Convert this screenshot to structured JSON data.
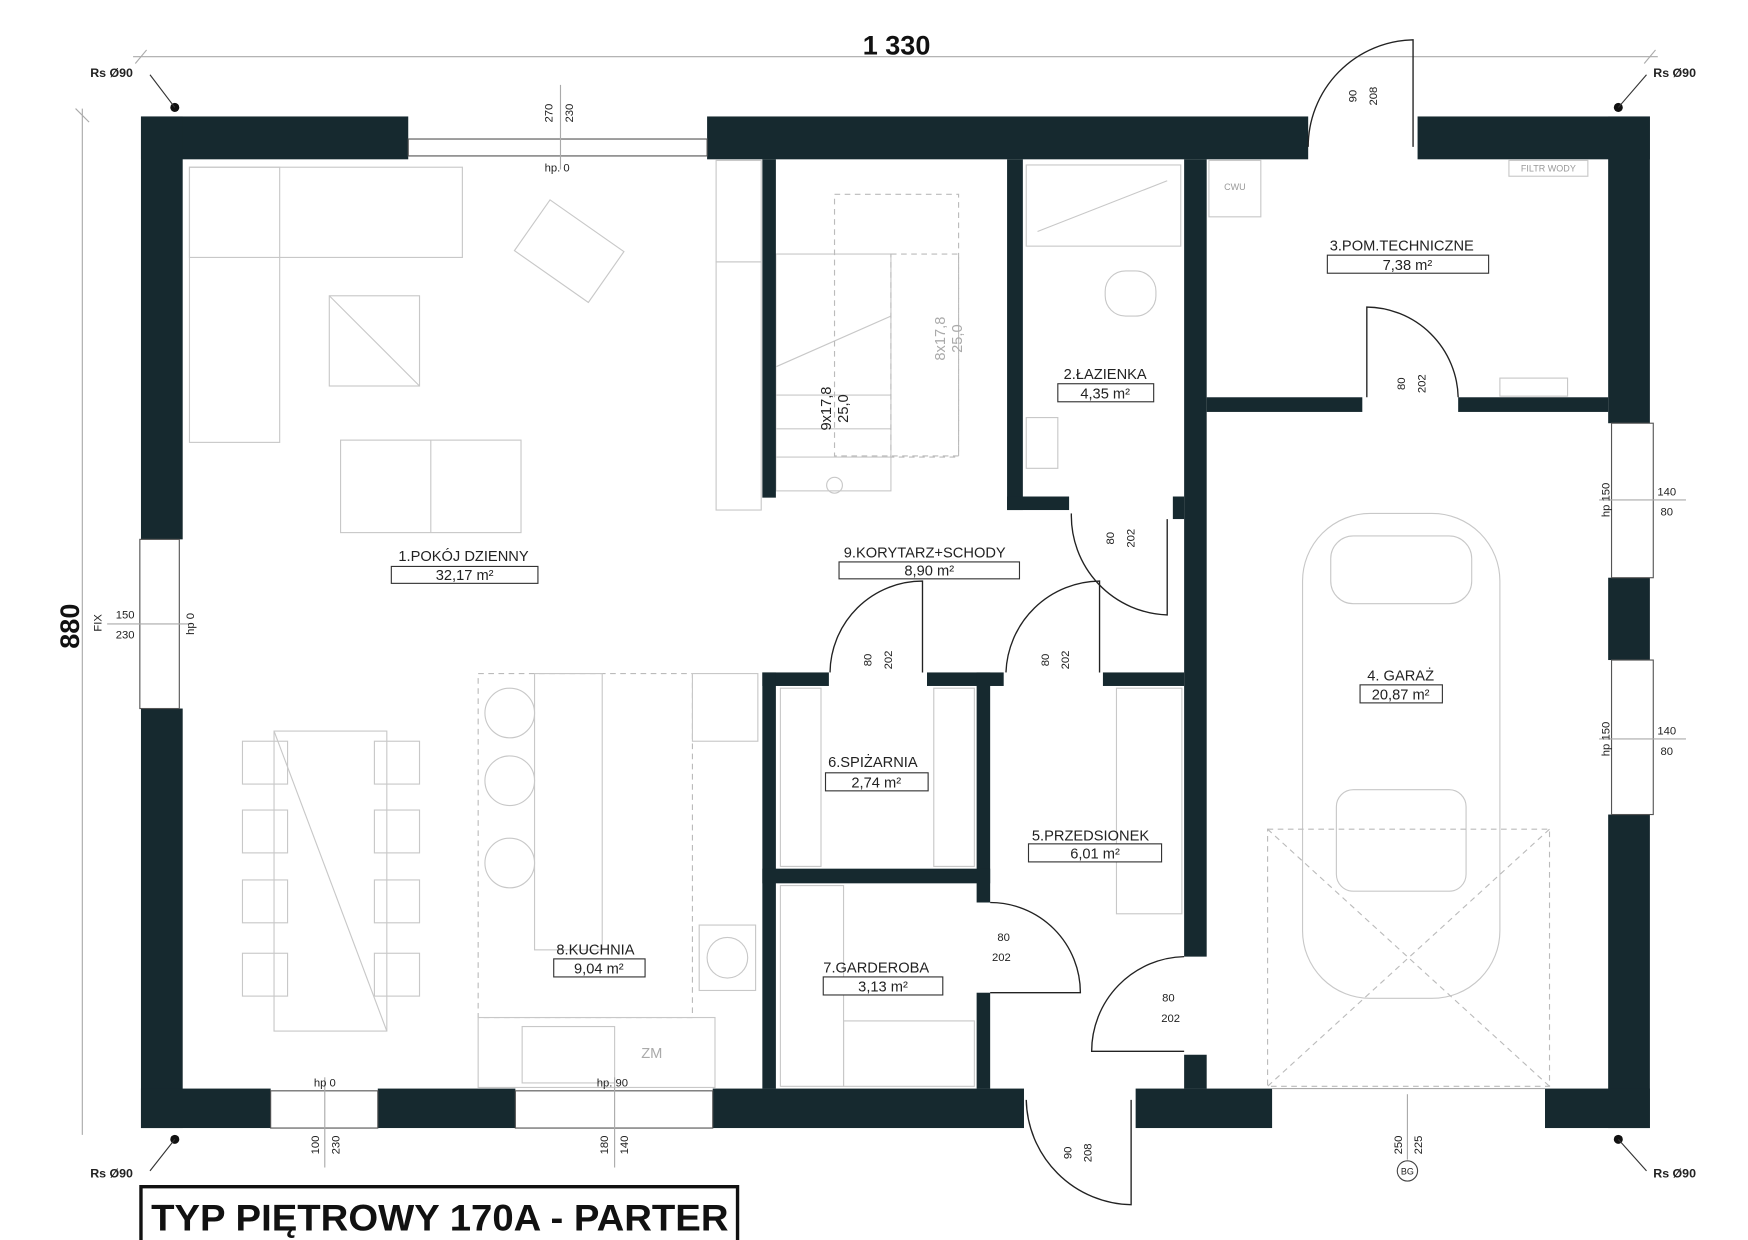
{
  "title": "TYP PIĘTROWY 170A - PARTER",
  "colors": {
    "wall": "#16292f",
    "furniture": "#c8c8c8"
  },
  "dimensions": {
    "width": "1 330",
    "depth": "880"
  },
  "downpipe_label": "Rs Ø90",
  "rooms": [
    {
      "name": "1.POKÓJ DZIENNY",
      "area": "32,17 m²"
    },
    {
      "name": "2.ŁAZIENKA",
      "area": "4,35 m²"
    },
    {
      "name": "3.POM.TECHNICZNE",
      "area": "7,38 m²"
    },
    {
      "name": "4. GARAŻ",
      "area": "20,87 m²"
    },
    {
      "name": "5.PRZEDSIONEK",
      "area": "6,01 m²"
    },
    {
      "name": "6.SPIŻARNIA",
      "area": "2,74 m²"
    },
    {
      "name": "7.GARDEROBA",
      "area": "3,13 m²"
    },
    {
      "name": "8.KUCHNIA",
      "area": "9,04 m²"
    },
    {
      "name": "9.KORYTARZ+SCHODY",
      "area": "8,90 m²"
    }
  ],
  "windows": {
    "top": {
      "w": "270",
      "h": "230",
      "sill": "hp. 0"
    },
    "left": {
      "fix": "FIX",
      "w": "150",
      "h": "230",
      "sill": "hp 0"
    },
    "right1": {
      "sill": "hp 150",
      "w": "140",
      "h": "80"
    },
    "right2": {
      "sill": "hp 150",
      "w": "140",
      "h": "80"
    },
    "bottom1": {
      "sill": "hp 0",
      "w": "100",
      "h": "230"
    },
    "bottom2": {
      "sill": "hp. 90",
      "w": "180",
      "h": "140"
    }
  },
  "doors": {
    "entry_top": {
      "w": "90",
      "h": "208"
    },
    "entry_bottom": {
      "w": "90",
      "h": "208"
    },
    "interior": {
      "w": "80",
      "h": "202"
    },
    "garage": {
      "w": "250",
      "h": "225",
      "tag": "BG"
    }
  },
  "stairs": {
    "lower": {
      "steps": "9x17,8",
      "tread": "25,0"
    },
    "upper": {
      "steps": "8x17,8",
      "tread": "25,0"
    }
  },
  "equipment": {
    "cwu": "CWU",
    "filter": "FILTR WODY",
    "meter": "ZM"
  }
}
